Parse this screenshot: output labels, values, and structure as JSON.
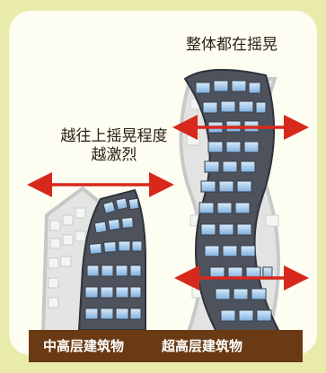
{
  "diagram": {
    "label_super_sway": "整体都在摇晃",
    "label_mid_sway": "越往上摇晃程度\n越激烈",
    "building_labels": [
      "中高层建筑物",
      "超高层建筑物"
    ]
  },
  "colors": {
    "outer_background": "#e9ebab",
    "panel_background": "#fdfdf2",
    "ground_band": "#6a3a14",
    "arrow": "#d8281c",
    "building_frame": "#555a66",
    "window_glass": "#9fc4e6",
    "ghost_building": "#c8cacd"
  }
}
